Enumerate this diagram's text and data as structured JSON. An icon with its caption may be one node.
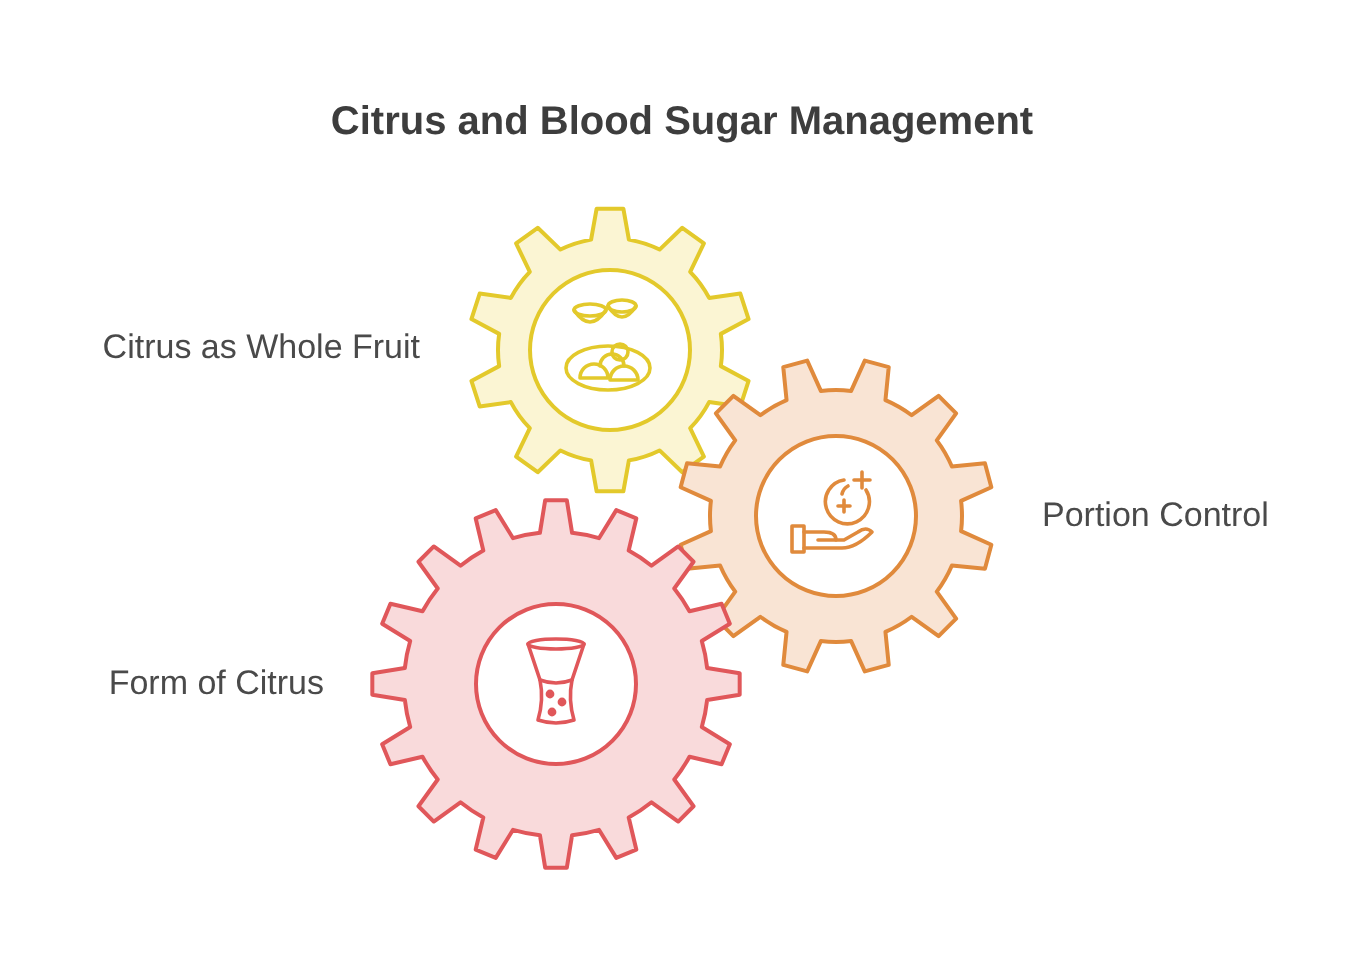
{
  "diagram": {
    "title": "Citrus and Blood Sugar Management",
    "nodes": [
      {
        "text": [],
        "shape": "gear",
        "beside": [
          "Citrus as Whole Fruit"
        ]
      },
      {
        "text": [],
        "shape": "gear",
        "beside": [
          "Portion Control"
        ]
      },
      {
        "text": [],
        "shape": "gear",
        "beside": [
          "Form of Citrus"
        ]
      }
    ]
  }
}
